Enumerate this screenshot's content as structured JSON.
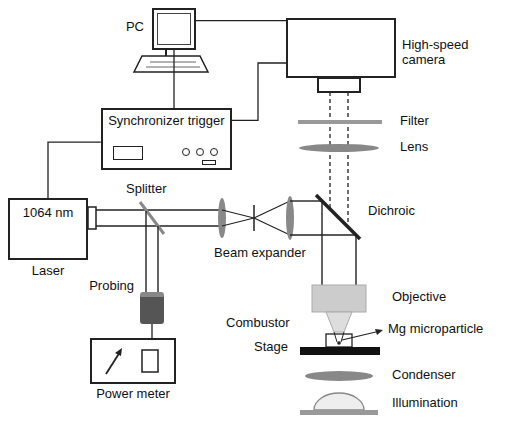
{
  "diagram": {
    "nodes": [
      {
        "text": [
          "PC"
        ]
      },
      {
        "text": [
          "High-speed camera"
        ]
      },
      {
        "text": [
          "Synchronizer trigger"
        ]
      },
      {
        "text": [
          "1064 nm",
          "Laser"
        ]
      },
      {
        "text": [
          "Probing"
        ]
      },
      {
        "text": [
          "Power meter"
        ]
      }
    ],
    "edges": [
      {
        "from": 0,
        "to": 1,
        "arrow": "none"
      },
      {
        "from": 0,
        "to": 2,
        "arrow": "none"
      },
      {
        "from": 2,
        "to": 1,
        "arrow": "none"
      },
      {
        "from": 2,
        "to": 3,
        "arrow": "none"
      },
      {
        "from": 4,
        "to": 5,
        "arrow": "none"
      }
    ],
    "labels": [
      "Filter",
      "Lens",
      "Splitter",
      "Beam expander",
      "Dichroic",
      "Objective",
      "Combustor",
      "Mg microparticle",
      "Stage",
      "Condenser",
      "Illumination"
    ]
  }
}
